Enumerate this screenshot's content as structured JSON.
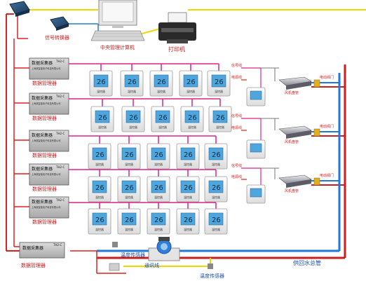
{
  "top": {
    "signal_converter_label": "信号转换器",
    "central_pc_label": "中央管理计算机",
    "printer_label": "打印机"
  },
  "controller": {
    "header": "数据采集器",
    "sub": "上海某智能电子科技有限公司",
    "side_label": "数据管理器",
    "model": "TH2-C"
  },
  "bottom_controller": {
    "header": "数据采集器",
    "side_label": "数据管理器",
    "model": "TH2-C"
  },
  "thermostat": {
    "display": "26",
    "caption": "温控器"
  },
  "fcu_units": [
    {
      "signal_line": "信号线",
      "power_line": "电源线",
      "fcu_label": "风机盘管",
      "valve_label": "电动阀门"
    },
    {
      "signal_line": "信号线",
      "power_line": "电源线",
      "fcu_label": "风机盘管",
      "valve_label": "电动阀门"
    },
    {
      "signal_line": "信号线",
      "power_line": "电源线",
      "fcu_label": "风机盘管",
      "valve_label": "电动阀门"
    }
  ],
  "bottom": {
    "temp_sensor_1": "温度传感器",
    "temp_sensor_2": "温度传感器",
    "comm_line": "通讯线",
    "return_pipe": "供回水总管"
  },
  "colors": {
    "red_line": "#e02020",
    "magenta_line": "#e0208a",
    "yellow_line": "#f2d600",
    "blue_line": "#2080d0",
    "pipe_red": "#c81e1e",
    "pipe_blue": "#1e7ad6",
    "label_red": "#c81e1e",
    "label_blue": "#1a4fa8"
  }
}
